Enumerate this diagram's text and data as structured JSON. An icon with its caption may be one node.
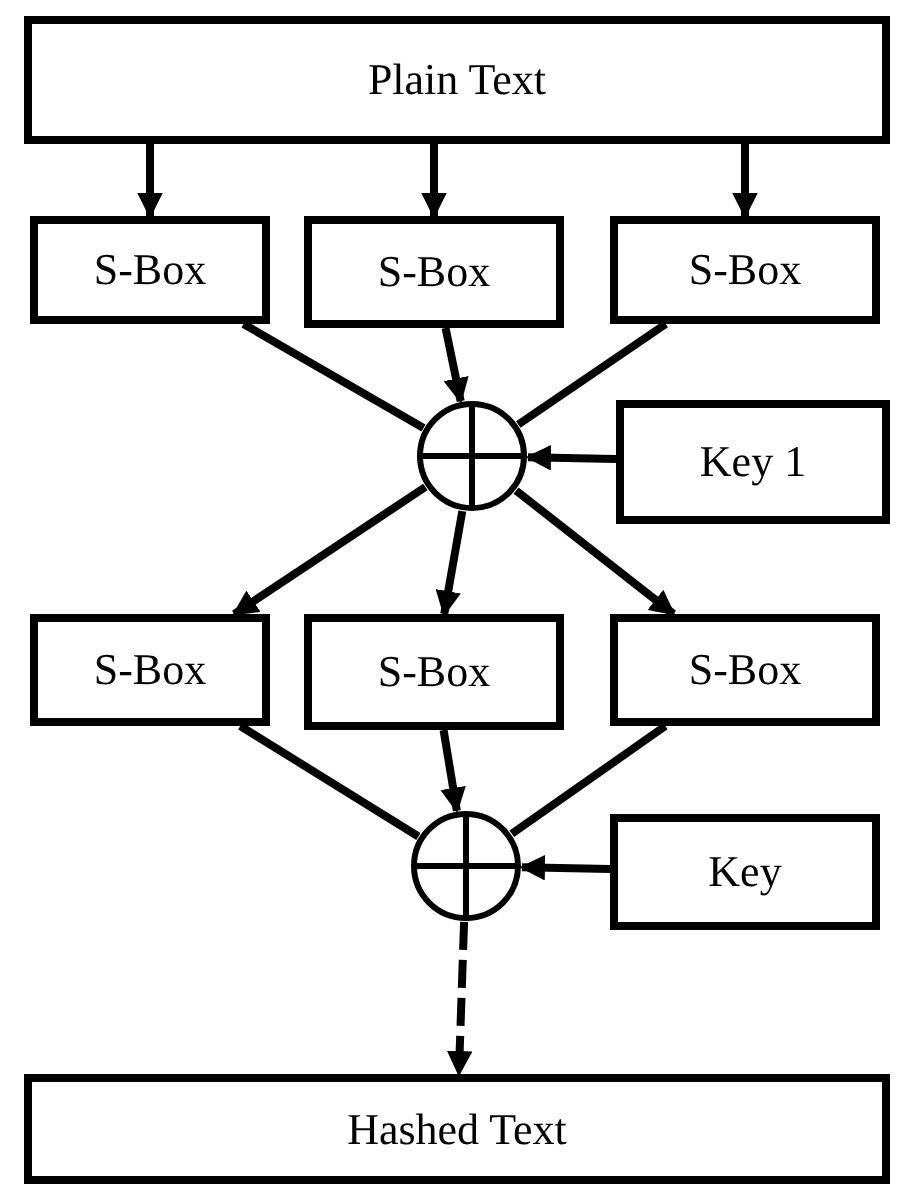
{
  "diagram": {
    "nodes": [
      {
        "text": [
          "Plain Text"
        ]
      },
      {
        "text": [
          "S-Box"
        ]
      },
      {
        "text": [
          "S-Box"
        ]
      },
      {
        "text": [
          "S-Box"
        ]
      },
      {
        "text": [],
        "shape": "circle"
      },
      {
        "text": [
          "Key 1"
        ]
      },
      {
        "text": [
          "S-Box"
        ]
      },
      {
        "text": [
          "S-Box"
        ]
      },
      {
        "text": [
          "S-Box"
        ]
      },
      {
        "text": [],
        "shape": "circle"
      },
      {
        "text": [
          "Key"
        ]
      },
      {
        "text": [
          "Hashed Text"
        ]
      }
    ],
    "edges": [
      {
        "from": 0,
        "to": 1,
        "arrow": "to"
      },
      {
        "from": 0,
        "to": 2,
        "arrow": "to"
      },
      {
        "from": 0,
        "to": 3,
        "arrow": "to"
      },
      {
        "from": 1,
        "to": 4,
        "arrow": "none"
      },
      {
        "from": 2,
        "to": 4,
        "arrow": "to"
      },
      {
        "from": 3,
        "to": 4,
        "arrow": "none"
      },
      {
        "from": 5,
        "to": 4,
        "arrow": "to"
      },
      {
        "from": 4,
        "to": 6,
        "arrow": "to"
      },
      {
        "from": 4,
        "to": 7,
        "arrow": "to"
      },
      {
        "from": 4,
        "to": 8,
        "arrow": "to"
      },
      {
        "from": 6,
        "to": 9,
        "arrow": "none"
      },
      {
        "from": 7,
        "to": 9,
        "arrow": "to"
      },
      {
        "from": 8,
        "to": 9,
        "arrow": "none"
      },
      {
        "from": 10,
        "to": 9,
        "arrow": "to"
      },
      {
        "from": 9,
        "to": 11,
        "arrow": "to",
        "style": "dashed"
      }
    ]
  }
}
